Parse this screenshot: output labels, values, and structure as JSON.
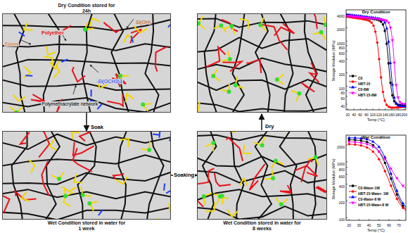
{
  "diagram": {
    "nodes": [
      {
        "text": [
          "Dry Condition stored for 24h"
        ]
      },
      {
        "text": [
          "Wet Condition stored in water for 1 week"
        ]
      },
      {
        "text": [
          "Wet Condition stored in water for 8 weeks"
        ]
      }
    ],
    "edges": [
      {
        "from": 0,
        "to": 1,
        "arrow": "to",
        "label": "Soak"
      },
      {
        "from": 1,
        "to": 2,
        "arrow": "to",
        "label": "Soaking"
      }
    ],
    "labels": [
      "Epoxy",
      "Polyether",
      "Si(OH)",
      "-Si(OCH3)3",
      "Polymethacrylate network",
      "Dry",
      "Dry Condition",
      "Storage Modulus (MPa)",
      "4000",
      "2000",
      "1000",
      "800",
      "600",
      "400",
      "200",
      "100",
      "80",
      "60",
      "40",
      "20",
      "40",
      "60",
      "80",
      "100",
      "120",
      "140",
      "160",
      "180",
      "200",
      "Temp (°C)",
      "Wet Condition",
      "Storage Modulus (MPa)",
      "2000",
      "1000",
      "800",
      "600",
      "400",
      "200",
      "100",
      "20",
      "30",
      "40",
      "50",
      "60",
      "70",
      "Temp (°C)"
    ],
    "legend": [
      {
        "text": "C0"
      },
      {
        "text": "HBT-15"
      },
      {
        "text": "C0-8W"
      },
      {
        "text": "HBT-15-8W"
      },
      {
        "text": "C0-Water-1W"
      },
      {
        "text": "HBT-15-Water- 1W"
      },
      {
        "text": "C0-Water-8 W"
      },
      {
        "text": "HBT-15-Water-8 W"
      }
    ]
  }
}
